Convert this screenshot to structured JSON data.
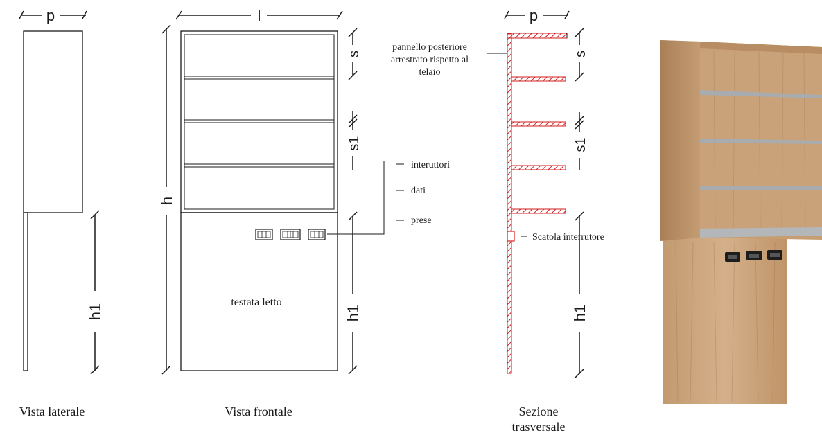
{
  "views": {
    "side": {
      "caption": "Vista laterale",
      "dim_p": "p",
      "dim_h1": "h1"
    },
    "front": {
      "caption": "Vista frontale",
      "dim_l": "l",
      "dim_h": "h",
      "dim_s": "s",
      "dim_s1": "s1",
      "dim_h1": "h1",
      "headboard_label": "testata letto",
      "callouts": [
        "interuttori",
        "dati",
        "prese"
      ]
    },
    "section": {
      "caption_line1": "Sezione",
      "caption_line2": "trasversale",
      "dim_p": "p",
      "dim_s": "s",
      "dim_s1": "s1",
      "dim_h1": "h1",
      "back_panel_note": [
        "pannello posteriore",
        "arrestrato rispetto al",
        "telaio"
      ],
      "switch_box_label": "Scatola interrutore"
    },
    "render": {
      "wood_color": "#c9a27a",
      "shelf_color": "#a9acae"
    }
  },
  "colors": {
    "line": "#1a1a1a",
    "section_red": "#d11d1d"
  }
}
